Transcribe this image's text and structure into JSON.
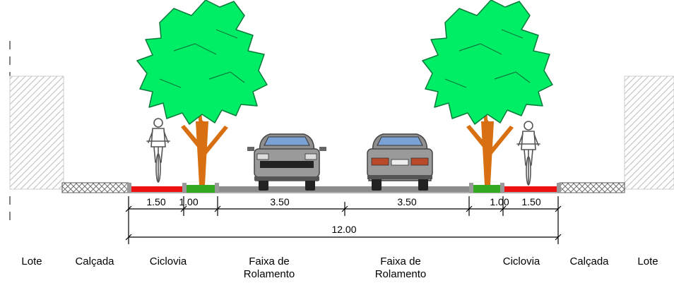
{
  "colors": {
    "bike_lane": "#ee1111",
    "planting_strip": "#33aa22",
    "tree_foliage": "#00ee66",
    "tree_trunk": "#d86f10",
    "sidewalk_hatch": "#777777",
    "lot_hatch": "#bbbbbb",
    "road": "#8c8c8c",
    "car_body": "#8f8f8f",
    "windshield": "#7aa2d4"
  },
  "icons": [
    "tree-icon",
    "cyclist-icon",
    "car-front-icon",
    "car-rear-icon"
  ],
  "dimensions": {
    "segments": [
      "1.50",
      "1.00",
      "3.50",
      "3.50",
      "1.00",
      "1.50"
    ],
    "total": "12.00"
  },
  "zones": {
    "lote_left": "Lote",
    "calcada_left": "Calçada",
    "ciclovia_left": "Ciclovia",
    "faixa_left": [
      "Faixa de",
      "Rolamento"
    ],
    "faixa_right": [
      "Faixa de",
      "Rolamento"
    ],
    "ciclovia_right": "Ciclovia",
    "calcada_right": "Calçada",
    "lote_right": "Lote"
  }
}
